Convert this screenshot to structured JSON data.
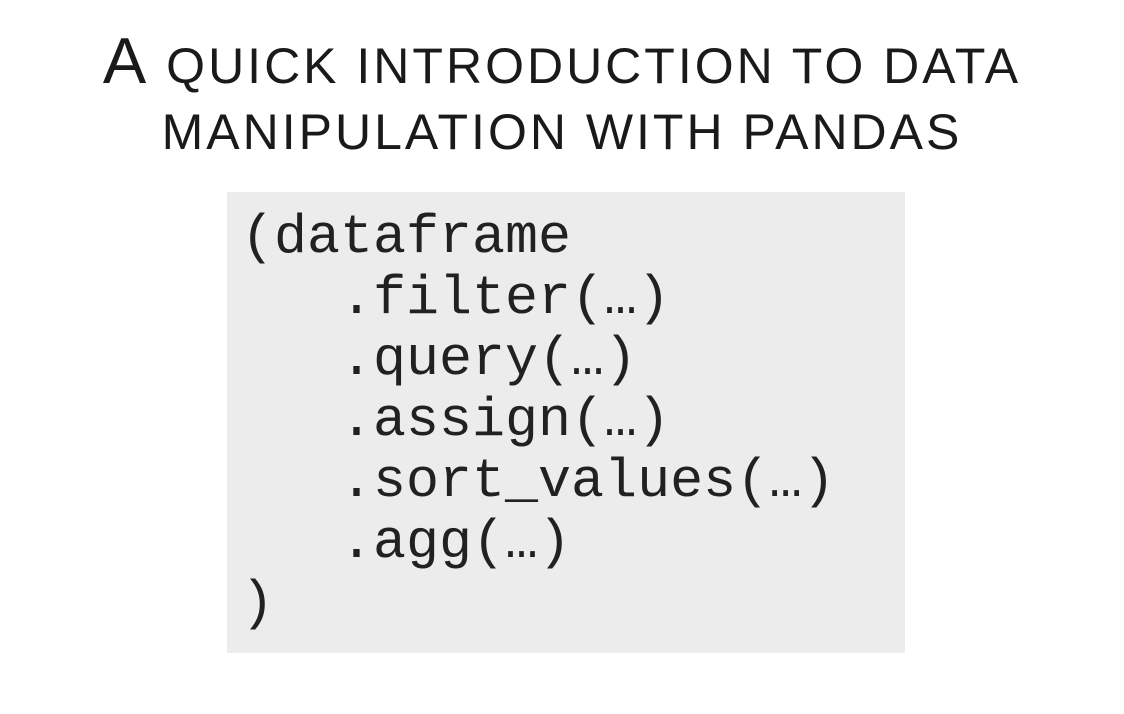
{
  "slide": {
    "title": {
      "line1": "A QUICK INTRODUCTION TO DATA",
      "line2": "MANIPULATION WITH PANDAS"
    },
    "code": {
      "lines": [
        "(dataframe",
        "   .filter(…)",
        "   .query(…)",
        "   .assign(…)",
        "   .sort_values(…)",
        "   .agg(…)",
        ")"
      ]
    },
    "colors": {
      "slide_background": "#ffffff",
      "code_background": "#ececec",
      "title_text": "#1a1a1a",
      "code_text": "#212121"
    }
  }
}
